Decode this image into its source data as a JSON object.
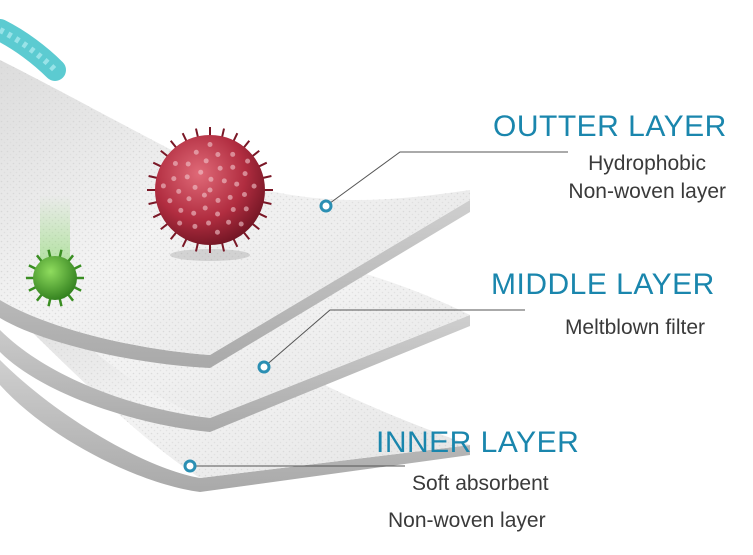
{
  "colors": {
    "title": "#1a86ad",
    "description": "#3a3a3a",
    "marker": "#2b8fb3",
    "leader_line": "#555555",
    "sheet": "#f1f1f1",
    "sheet_edge": "#bdbdbd",
    "bacteria": "#c4364a",
    "virus": "#4aa62f",
    "fiber": "#3fc2c9"
  },
  "layers": [
    {
      "title": "OUTTER LAYER",
      "description": [
        "Hydrophobic",
        "Non-woven layer"
      ]
    },
    {
      "title": "MIDDLE LAYER",
      "description": [
        "Meltblown filter"
      ]
    },
    {
      "title": "INNER LAYER",
      "description": [
        "Soft absorbent",
        "Non-woven layer"
      ]
    }
  ],
  "icons": [
    "bacteria-particle-icon",
    "virus-particle-icon",
    "fiber-strand-icon"
  ]
}
